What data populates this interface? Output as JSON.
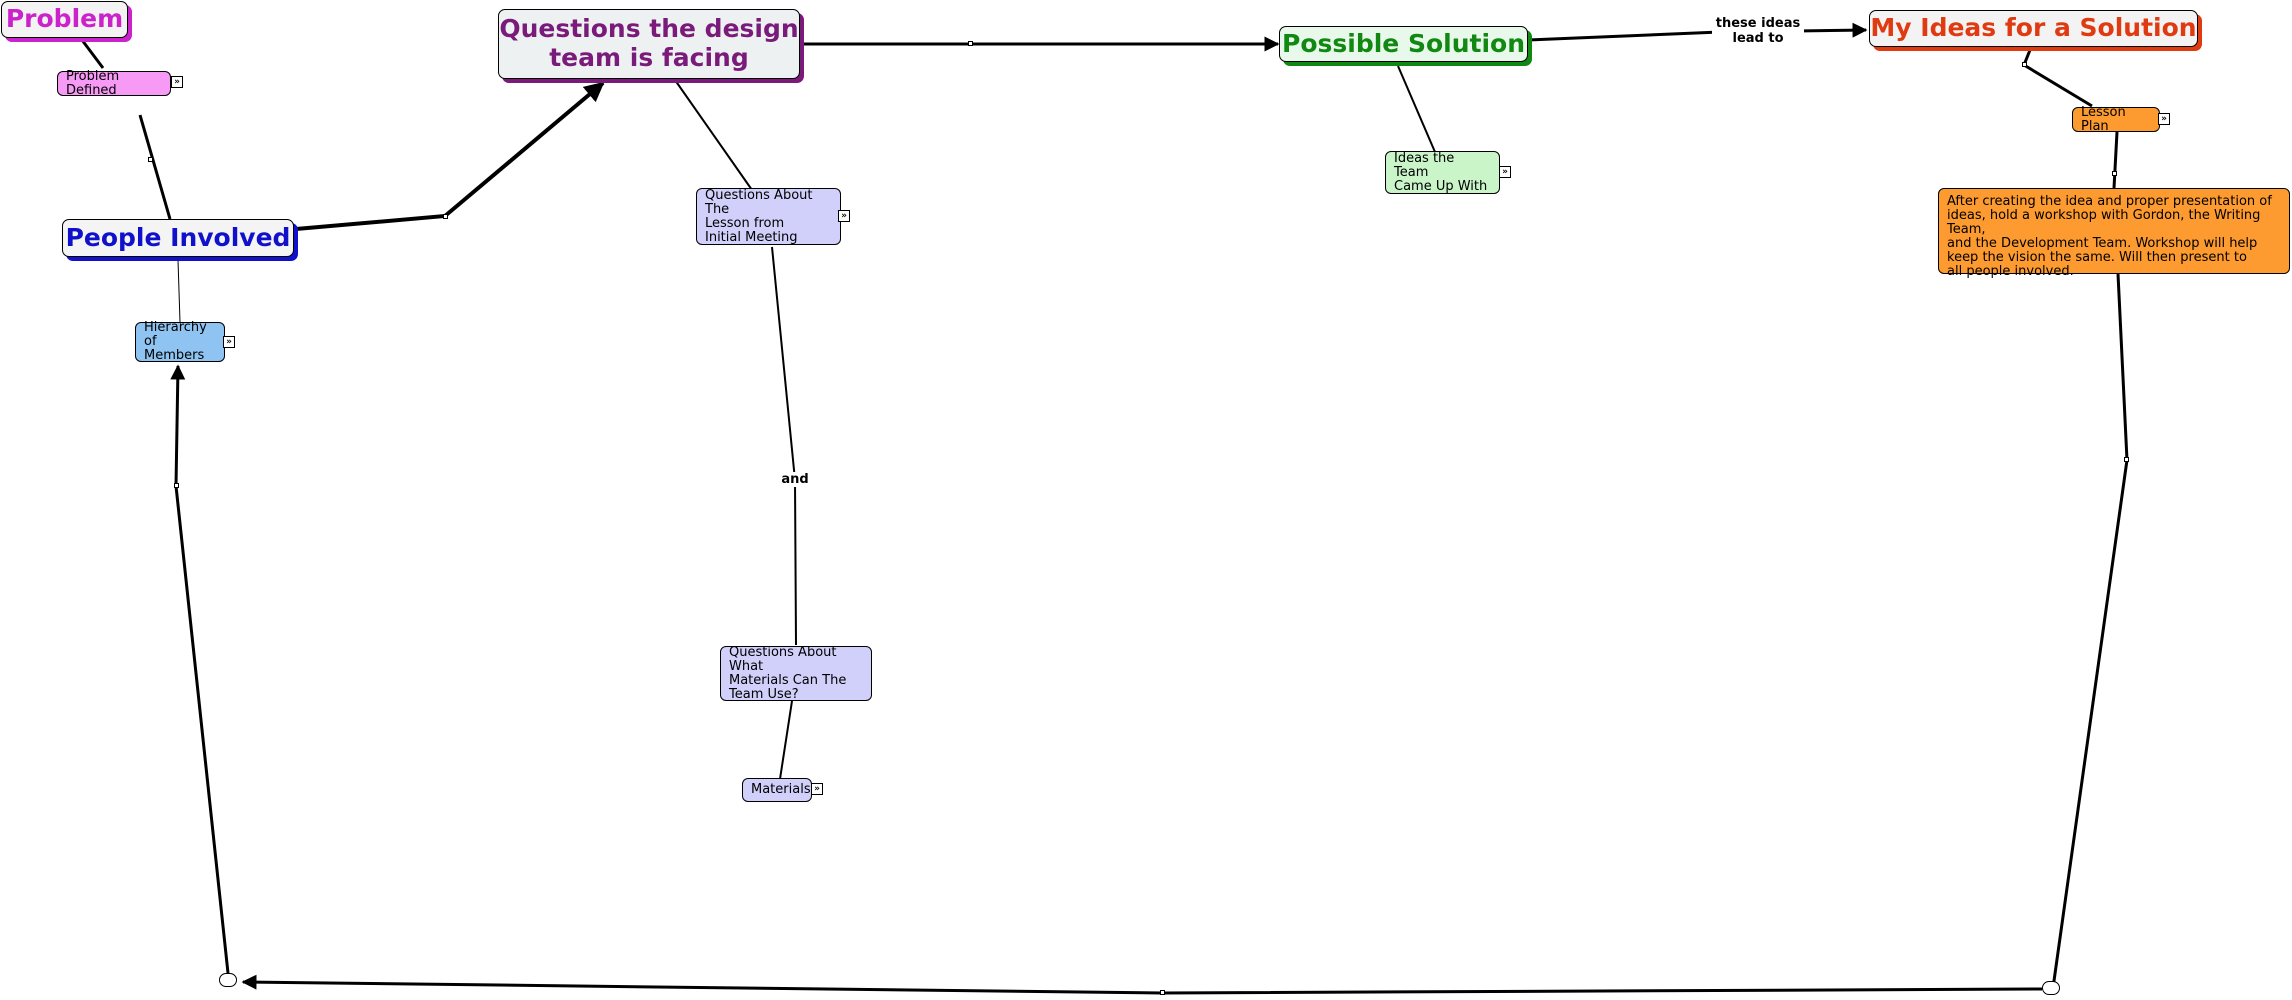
{
  "concepts": {
    "problem": "Problem",
    "problem_defined": "Problem Defined",
    "people_involved": "People Involved",
    "hierarchy": "Hierarchy of\nMembers",
    "questions_team": "Questions the design\nteam is facing",
    "questions_lesson": "Questions About The\nLesson from\nInitial Meeting",
    "questions_materials": "Questions About What\nMaterials Can The\nTeam Use?",
    "materials": "Materials",
    "possible_solution": "Possible Solution",
    "ideas_team": "Ideas the Team\nCame Up With",
    "my_ideas": "My Ideas for a Solution",
    "lesson_plan": "Lesson Plan",
    "workshop": "After creating the idea and proper presentation of\nideas, hold a workshop with Gordon, the Writing Team,\nand the Development Team. Workshop will help\nkeep the vision the same. Will then present to\nall people involved."
  },
  "link_labels": {
    "and": "and",
    "ideas_lead_to": "these ideas\nlead to"
  },
  "icons": {
    "expand": "double-chevron-right-icon"
  },
  "colors": {
    "problem_text": "#cc22cc",
    "people_text": "#1111cc",
    "questions_text": "#7a1a7a",
    "solution_text": "#118811",
    "ideas_text": "#e03a10",
    "pink_fill": "#f79af5",
    "blue_fill": "#8fc4f2",
    "lavender_fill": "#d0d0fa",
    "green_fill": "#c9f5c9",
    "orange_fill": "#fd9a30"
  }
}
